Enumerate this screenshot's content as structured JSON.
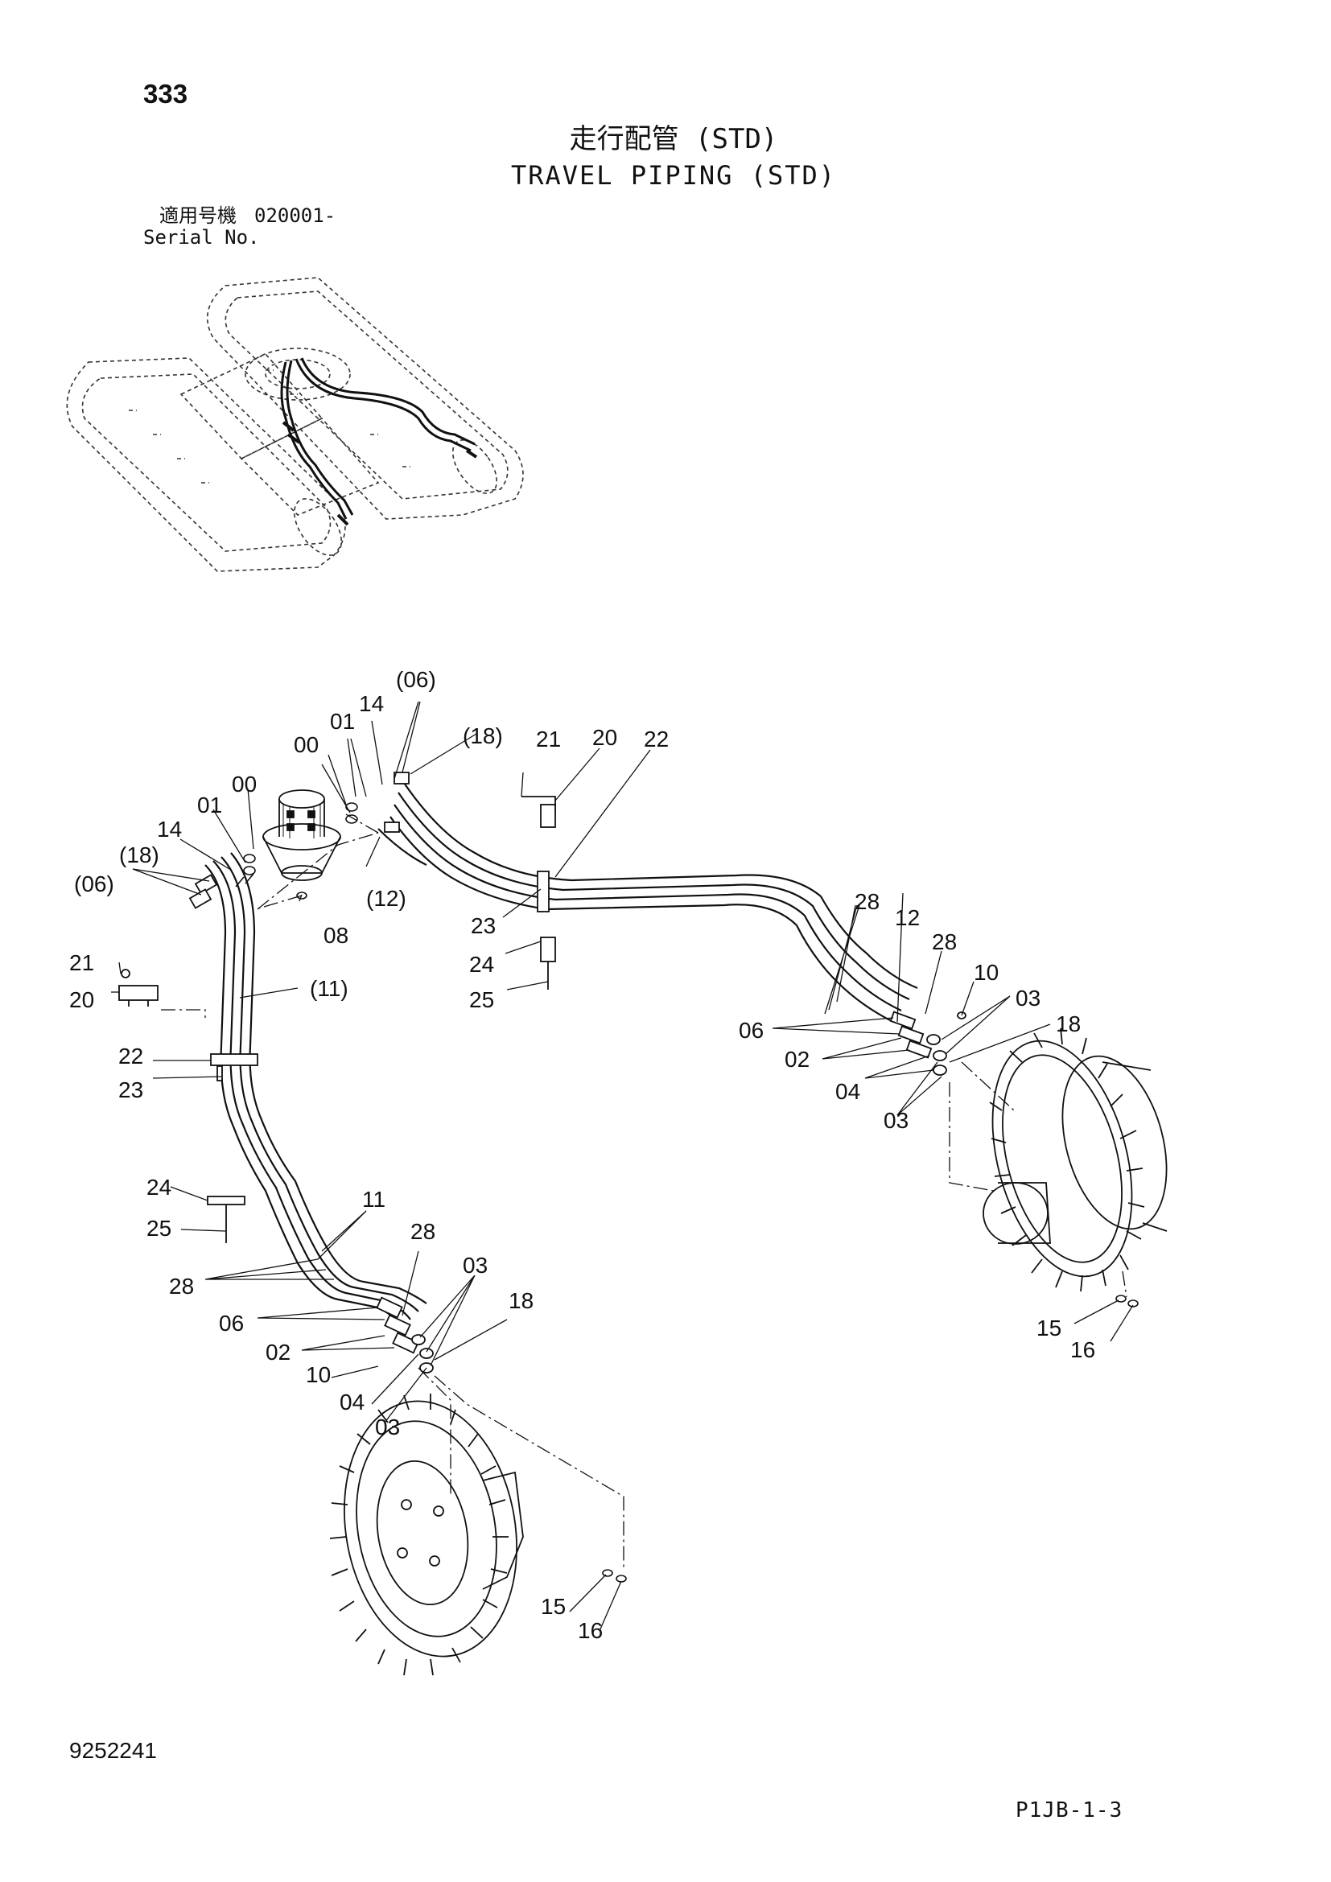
{
  "page_number": "333",
  "title": {
    "japanese": "走行配管 (STD)",
    "english": "TRAVEL PIPING (STD)"
  },
  "serial": {
    "label_jp": "適用号機",
    "value": "020001-",
    "label_en": "Serial No."
  },
  "callouts": {
    "upper_left": [
      "(06)",
      "14",
      "01",
      "(18)",
      "00",
      "00",
      "01",
      "14",
      "(18)",
      "(06)",
      "(12)",
      "08",
      "(11)",
      "21",
      "20",
      "22",
      "23",
      "24",
      "25"
    ],
    "upper_center": [
      "21",
      "20",
      "22",
      "23",
      "24",
      "25"
    ],
    "right_motor": [
      "28",
      "12",
      "28",
      "10",
      "03",
      "18",
      "06",
      "02",
      "04",
      "03",
      "15",
      "16"
    ],
    "lower_left_motor": [
      "11",
      "28",
      "28",
      "06",
      "03",
      "18",
      "02",
      "10",
      "04",
      "03",
      "15",
      "16"
    ]
  },
  "document_number": "9252241",
  "figure_code": "P1JB-1-3",
  "icons": {
    "upper_chassis": "undercarriage-overview-illustration",
    "center_joint": "center-joint-swivel-illustration",
    "travel_motor": "travel-motor-sprocket-illustration"
  }
}
